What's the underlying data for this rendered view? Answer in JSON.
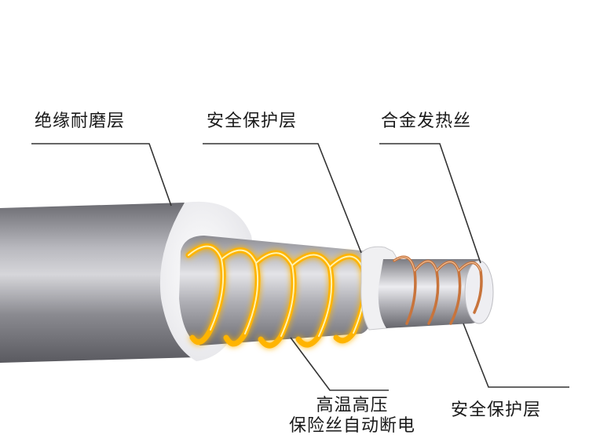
{
  "labels": {
    "insulation_layer": "绝缘耐磨层",
    "safety_layer_top": "安全保护层",
    "heating_wire": "合金发热丝",
    "fuse_line1": "高温高压",
    "fuse_line2": "保险丝自动断电",
    "safety_layer_bottom": "安全保护层"
  },
  "colors": {
    "sheath": "#8e8e94",
    "glow": "#ffb400",
    "copper": "#c8743c",
    "leader": "#333333"
  }
}
